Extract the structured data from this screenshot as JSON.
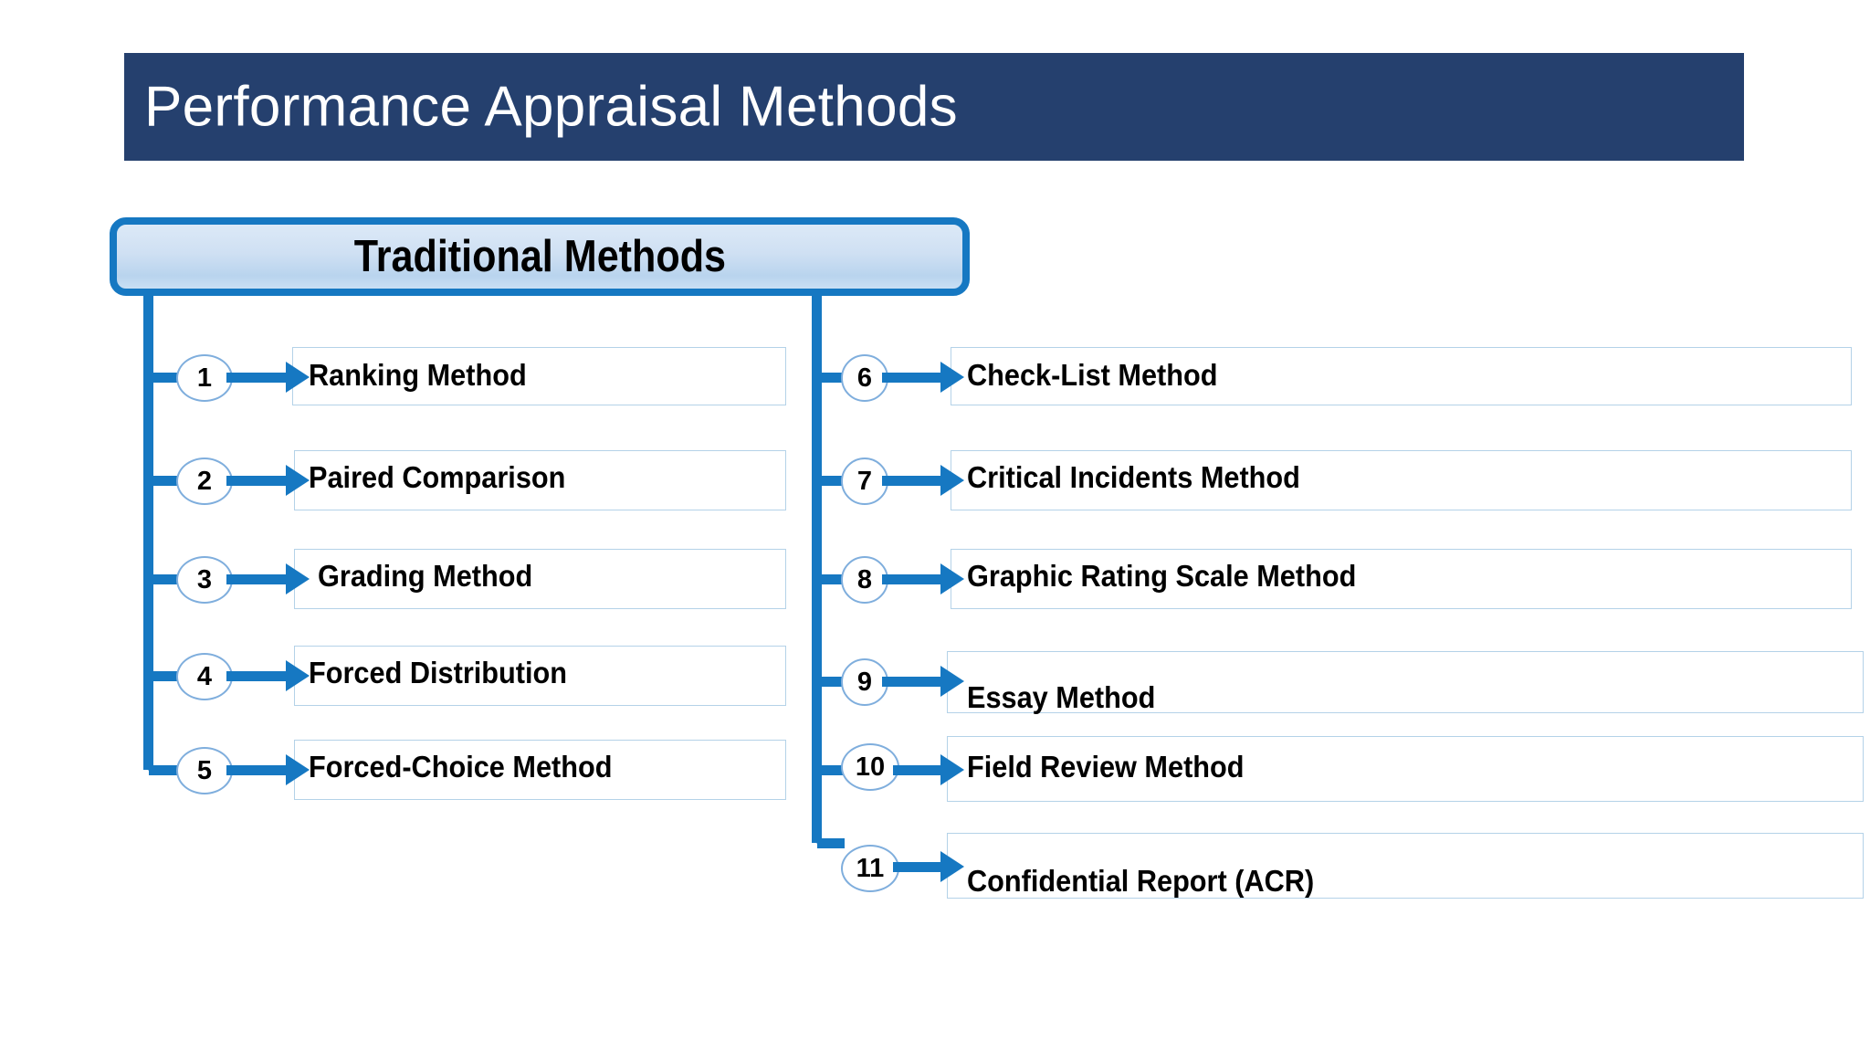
{
  "slide": {
    "title": "Performance Appraisal Methods",
    "header": "Traditional Methods",
    "colors": {
      "title_bar": "#25406E",
      "accent_blue": "#1678C2",
      "box_border": "#B4D2E8",
      "header_gradient_top": "#DCE9F7",
      "header_gradient_bottom": "#B9D4EE",
      "text": "#000000",
      "title_text": "#FFFFFF"
    }
  },
  "left_column": [
    {
      "number": "1",
      "label": "Ranking Method"
    },
    {
      "number": "2",
      "label": "Paired Comparison"
    },
    {
      "number": "3",
      "label": "Grading Method"
    },
    {
      "number": "4",
      "label": "Forced Distribution"
    },
    {
      "number": "5",
      "label": "Forced-Choice Method"
    }
  ],
  "right_column": [
    {
      "number": "6",
      "label": "Check-List Method"
    },
    {
      "number": "7",
      "label": "Critical Incidents Method"
    },
    {
      "number": "8",
      "label": "Graphic Rating Scale Method"
    },
    {
      "number": "9",
      "label": "Essay Method"
    },
    {
      "number": "10",
      "label": "Field Review Method"
    },
    {
      "number": "11",
      "label": "Confidential Report (ACR)"
    }
  ]
}
